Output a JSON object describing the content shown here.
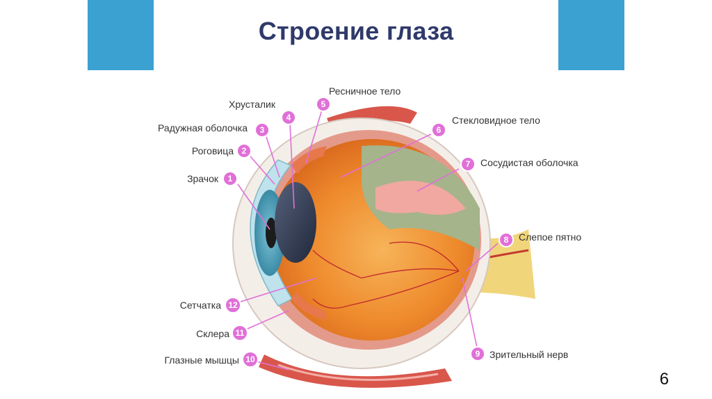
{
  "slide": {
    "title": "Строение глаза",
    "page_number": "6"
  },
  "colors": {
    "accent": "#3ba1d1",
    "title": "#2f3a6b",
    "badge": "#e070d8"
  },
  "diagram": {
    "parts": [
      {
        "number": "1",
        "label": "Зрачок"
      },
      {
        "number": "2",
        "label": "Роговица"
      },
      {
        "number": "3",
        "label": "Радужная оболочка"
      },
      {
        "number": "4",
        "label": "Хрусталик"
      },
      {
        "number": "5",
        "label": "Ресничное тело"
      },
      {
        "number": "6",
        "label": "Стекловидное тело"
      },
      {
        "number": "7",
        "label": "Сосудистая оболочка"
      },
      {
        "number": "8",
        "label": "Слепое пятно"
      },
      {
        "number": "9",
        "label": "Зрительный нерв"
      },
      {
        "number": "10",
        "label": "Глазные мышцы"
      },
      {
        "number": "11",
        "label": "Склера"
      },
      {
        "number": "12",
        "label": "Сетчатка"
      }
    ]
  }
}
